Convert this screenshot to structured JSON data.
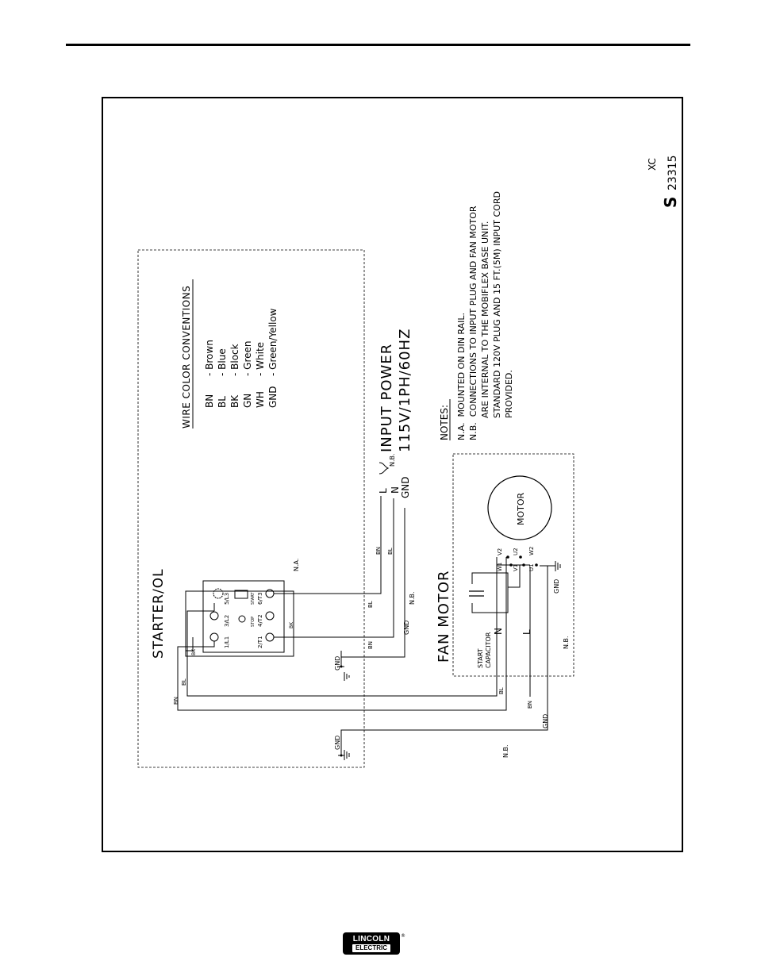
{
  "diagram": {
    "starter_title": "STARTER/OL",
    "fan_motor_title": "FAN MOTOR",
    "motor_label": "MOTOR",
    "start_capacitor_label": "START\nCAPACITOR",
    "input_power_line1": "INPUT POWER",
    "input_power_line2": "115V/1PH/60HZ",
    "input_terminals": [
      "L",
      "N",
      "GND"
    ],
    "input_brace_note": "N.B.",
    "na_label": "N.A.",
    "nb_label": "N.B.",
    "gnd_label": "GND",
    "starter_terminals_top": [
      "1/L1",
      "3/L2",
      "5/L3"
    ],
    "starter_terminals_bottom": [
      "2/T1",
      "4/T2",
      "6/T3"
    ],
    "stop_label": "STOP",
    "start_label": "START",
    "bk_label": "BK",
    "motor_terminals": [
      "W1",
      "V2",
      "V1",
      "U2",
      "U1",
      "W2"
    ],
    "cap_n": "N",
    "cap_l": "L",
    "wire_labels": {
      "bn": "BN",
      "bl": "BL"
    },
    "color_conventions_title": "WIRE COLOR CONVENTIONS",
    "color_conventions": [
      {
        "code": "BN",
        "name": "- Brown"
      },
      {
        "code": "BL",
        "name": "- Blue"
      },
      {
        "code": "BK",
        "name": "- Block"
      },
      {
        "code": "GN",
        "name": "- Green"
      },
      {
        "code": "WH",
        "name": "- White"
      },
      {
        "code": "GND",
        "name": "- Green/Yellow"
      }
    ],
    "notes_title": "NOTES:",
    "notes": [
      "N.A.  MOUNTED ON DIN RAIL.",
      "N.B.  CONNECTIONS TO INPUT PLUG AND FAN MOTOR",
      "        ARE INTERNAL TO THE MOBIFLEX BASE UNIT.",
      "        STANDARD 120V PLUG AND 15 FT.(5M) INPUT CORD",
      "        PROVIDED."
    ],
    "drawing_number_prefix": "S",
    "drawing_number": "23315",
    "drawing_code": "XC"
  },
  "logo": {
    "top_text": "LINCOLN",
    "bottom_text": "ELECTRIC",
    "reg_mark": "®"
  }
}
